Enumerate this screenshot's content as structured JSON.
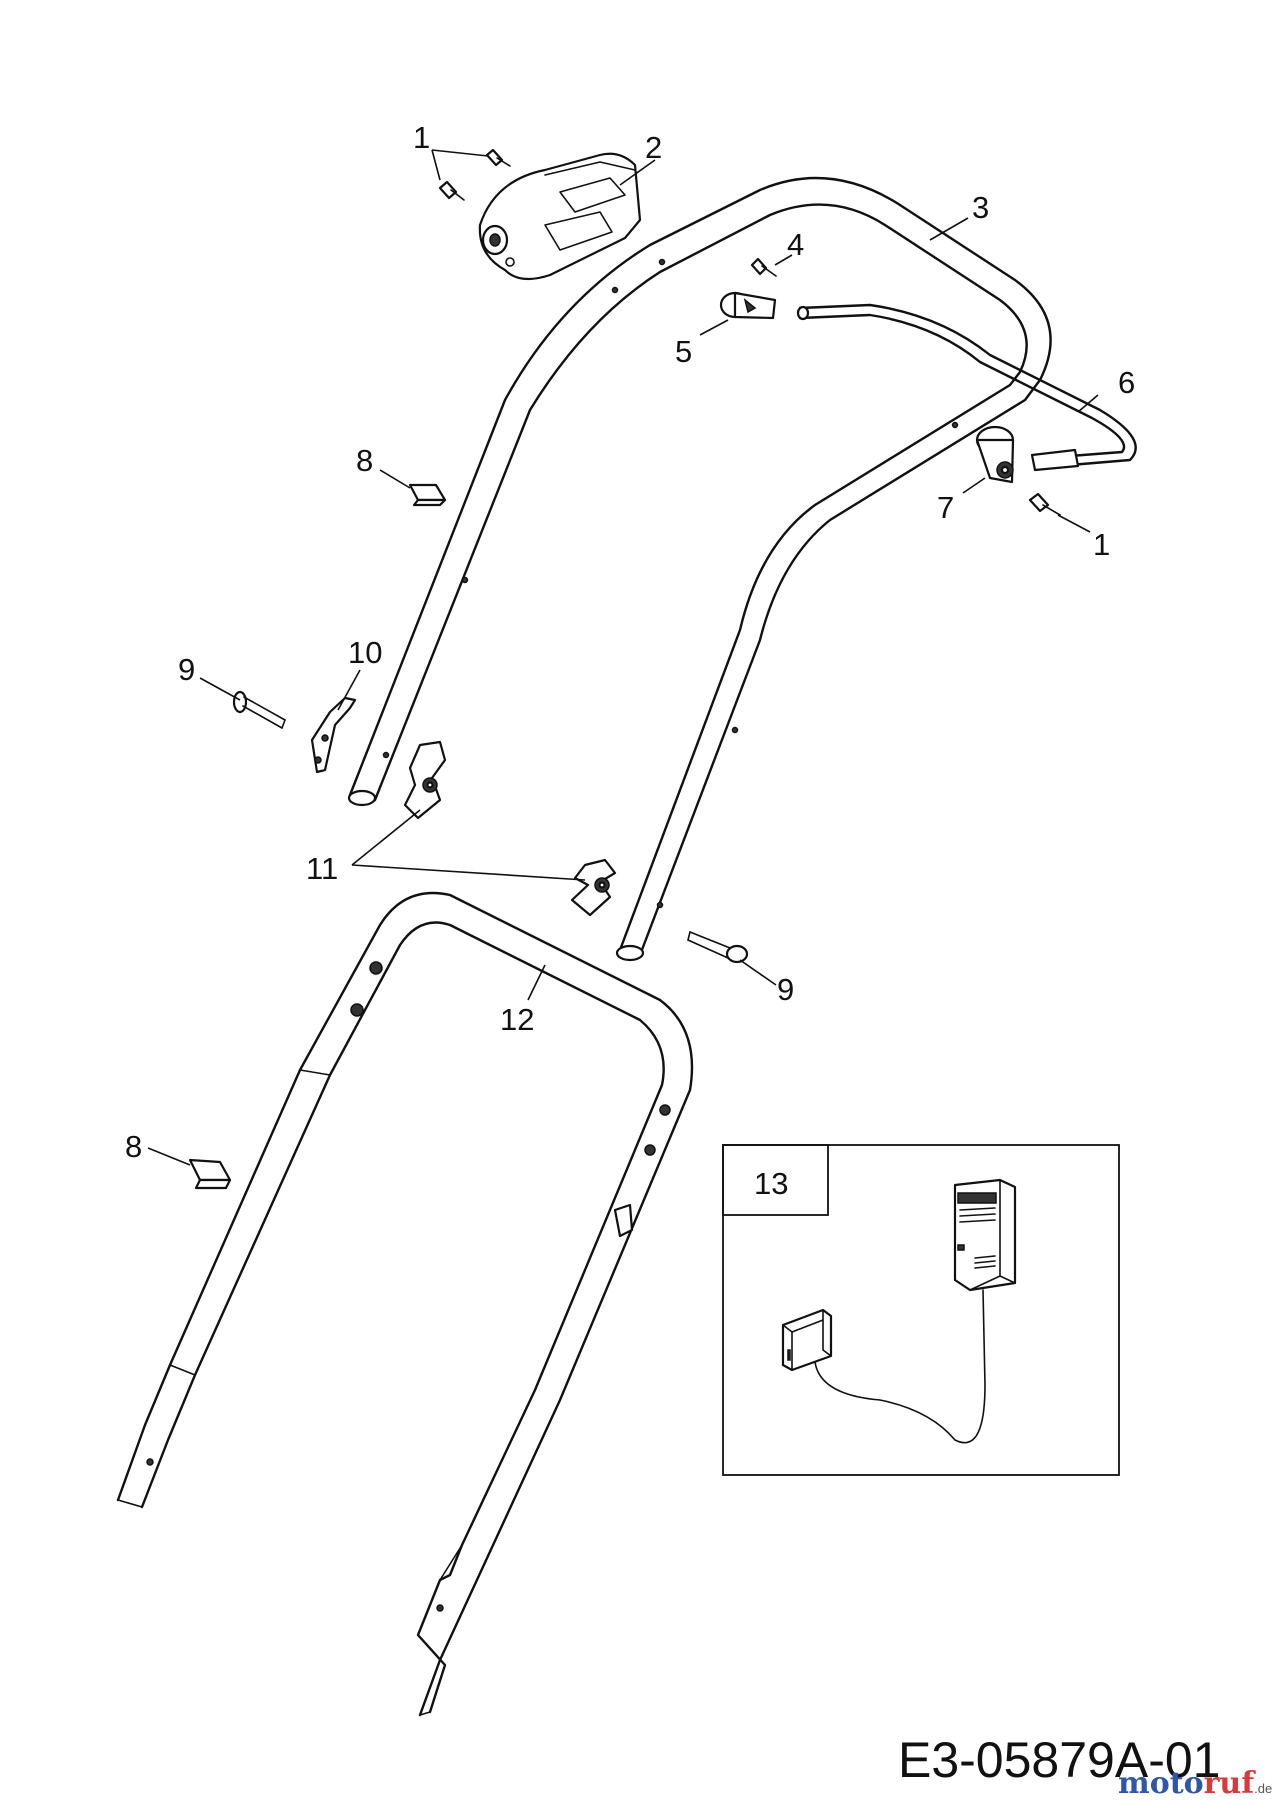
{
  "callouts": {
    "c1a": "1",
    "c2": "2",
    "c3": "3",
    "c4": "4",
    "c5": "5",
    "c6": "6",
    "c7": "7",
    "c1b": "1",
    "c8a": "8",
    "c9a": "9",
    "c10": "10",
    "c11": "11",
    "c9b": "9",
    "c12": "12",
    "c8b": "8",
    "c13": "13"
  },
  "document_number": "E3-05879A-01",
  "watermark": {
    "name_main": "moto",
    "name_accent": "ruf",
    "tld": ".de"
  }
}
